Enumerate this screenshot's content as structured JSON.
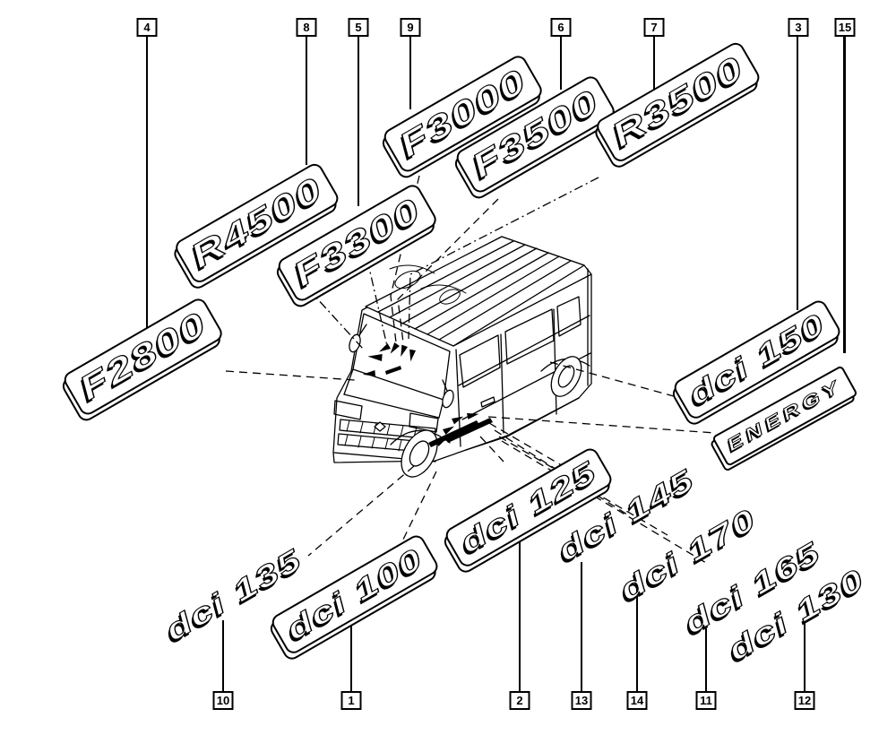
{
  "colors": {
    "ink": "#000000",
    "paper": "#ffffff"
  },
  "badges": [
    {
      "callout": "4",
      "label": "F2800",
      "style": "plate"
    },
    {
      "callout": "8",
      "label": "R4500",
      "style": "plate"
    },
    {
      "callout": "5",
      "label": "F3300",
      "style": "plate"
    },
    {
      "callout": "9",
      "label": "F3000",
      "style": "plate"
    },
    {
      "callout": "6",
      "label": "F3500",
      "style": "plate"
    },
    {
      "callout": "7",
      "label": "R3500",
      "style": "plate"
    },
    {
      "callout": "3",
      "label": "dci 150",
      "style": "plate"
    },
    {
      "callout": "15",
      "label": "ENERGY",
      "style": "energy-plate"
    },
    {
      "callout": "10",
      "label": "dci 135",
      "style": "bare"
    },
    {
      "callout": "1",
      "label": "dci 100",
      "style": "plate"
    },
    {
      "callout": "2",
      "label": "dci 125",
      "style": "plate"
    },
    {
      "callout": "13",
      "label": "dci 145",
      "style": "bare"
    },
    {
      "callout": "14",
      "label": "dci 170",
      "style": "bare"
    },
    {
      "callout": "11",
      "label": "dci 165",
      "style": "bare"
    },
    {
      "callout": "12",
      "label": "dci 130",
      "style": "bare"
    }
  ],
  "vehicle": {
    "name": "van line drawing"
  }
}
